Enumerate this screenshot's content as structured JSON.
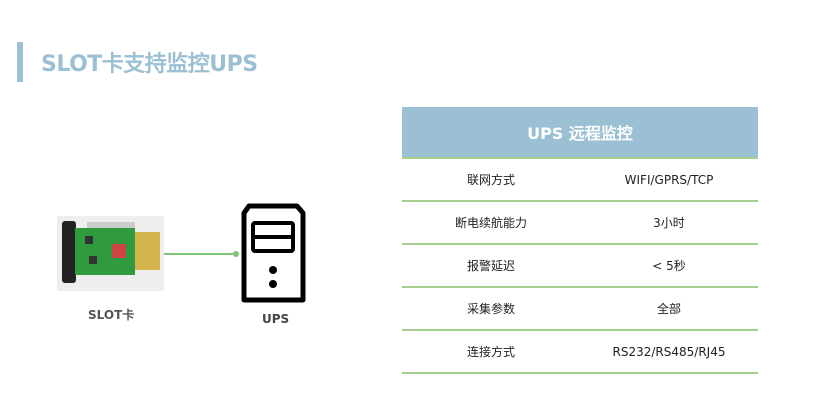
{
  "title": "SLOT卡支持监控UPS",
  "diagram": {
    "card_label": "SLOT卡",
    "ups_label": "UPS"
  },
  "table": {
    "header": "UPS 远程监控",
    "rows": [
      {
        "label": "联网方式",
        "value": "WIFI/GPRS/TCP"
      },
      {
        "label": "断电续航能力",
        "value": "3小时"
      },
      {
        "label": "报警延迟",
        "value": "< 5秒"
      },
      {
        "label": "采集参数",
        "value": "全部"
      },
      {
        "label": "连接方式",
        "value": "RS232/RS485/RJ45"
      }
    ]
  },
  "colors": {
    "accent": "#9bbfd3",
    "line": "#a5d08c",
    "connector": "#7cc576"
  }
}
